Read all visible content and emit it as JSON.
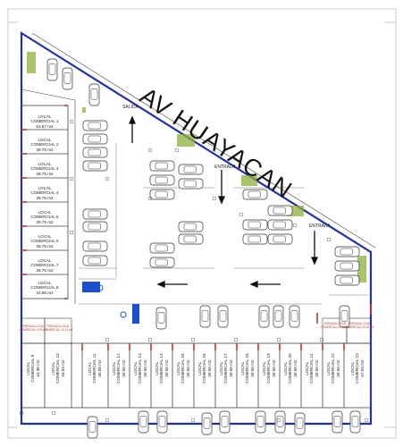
{
  "street_name": "AV HUAYACAN",
  "labels": {
    "exit": "SALIDA",
    "entrance": "ENTRADA",
    "entrance2": "ENTRADA"
  },
  "stores_left": [
    {
      "name": "LOCAL COMERCIAL 1",
      "area": "53.57 m2"
    },
    {
      "name": "LOCAL COMERCIAL 2",
      "area": "39.75 m2"
    },
    {
      "name": "LOCAL COMERCIAL 3",
      "area": "39.75 m2"
    },
    {
      "name": "LOCAL COMERCIAL 4",
      "area": "39.75 m2"
    },
    {
      "name": "LOCAL COMERCIAL 5",
      "area": "39.75 m2"
    },
    {
      "name": "LOCAL COMERCIAL 6",
      "area": "39.75 m2"
    },
    {
      "name": "LOCAL COMERCIAL 7",
      "area": "39.75 m2"
    },
    {
      "name": "LOCAL COMERCIAL 8",
      "area": "42.66 m2"
    }
  ],
  "stores_bottom": [
    {
      "name": "LOCAL COMERCIAL 9",
      "area": "44.36 m2"
    },
    {
      "name": "LOCAL COMERCIAL 10",
      "area": "43.53 m2"
    },
    {
      "name": "LOCAL COMERCIAL 11",
      "area": "30.58 m2"
    },
    {
      "name": "LOCAL COMERCIAL 12",
      "area": "30.58 m2"
    },
    {
      "name": "LOCAL COMERCIAL 13",
      "area": "30.58 m2"
    },
    {
      "name": "LOCAL COMERCIAL 14",
      "area": "30.58 m2"
    },
    {
      "name": "LOCAL COMERCIAL 15",
      "area": "30.58 m2"
    },
    {
      "name": "LOCAL COMERCIAL 16",
      "area": "30.58 m2"
    },
    {
      "name": "LOCAL COMERCIAL 17",
      "area": "30.58 m2"
    },
    {
      "name": "LOCAL COMERCIAL 18",
      "area": "30.58 m2"
    },
    {
      "name": "LOCAL COMERCIAL 19",
      "area": "30.58 m2"
    },
    {
      "name": "LOCAL COMERCIAL 20",
      "area": "30.58 m2"
    },
    {
      "name": "LOCAL COMERCIAL 21",
      "area": "30.58 m2"
    },
    {
      "name": "LOCAL COMERCIAL 22",
      "area": "30.58 m2"
    },
    {
      "name": "LOCAL COMERCIAL 23",
      "area": "37.59 m2"
    }
  ],
  "terraces": [
    {
      "text": "TERRAZA LOCAL COMERCIAL 9 15 m2"
    },
    {
      "text": "TERRAZA LOCAL COMERCIAL 10 15 m2"
    },
    {
      "text": "TERRAZA LOCAL COMERCIAL 22 15 m2"
    },
    {
      "text": "TERRAZA LOCAL COMERCIAL 23 15 m2"
    }
  ],
  "colors": {
    "boundary": "#1f2fb5",
    "walls": "#c0392b",
    "planter": "#8db03a",
    "accessible": "#1a4fd0",
    "car_outline": "#333333"
  }
}
